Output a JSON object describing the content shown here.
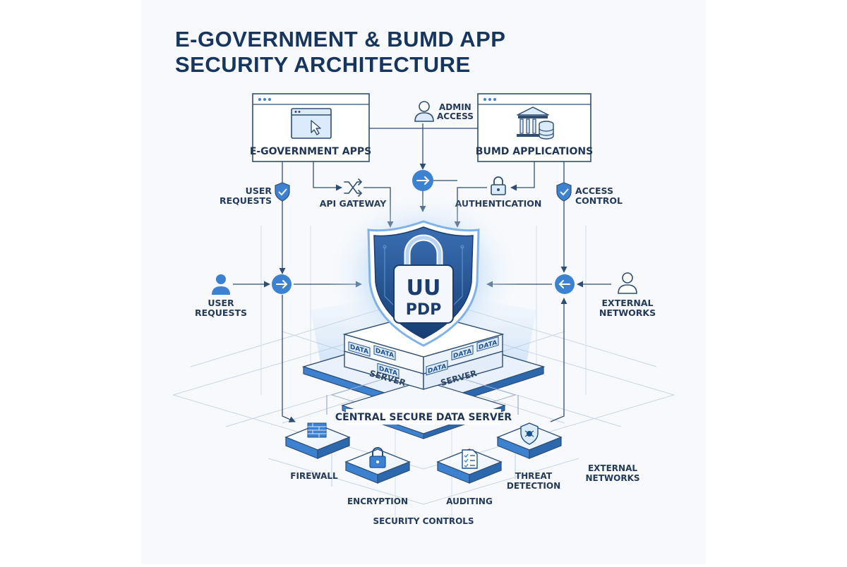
{
  "title": {
    "line1": "E-GOVERNMENT & BUMD APP",
    "line2": "SECURITY ARCHITECTURE"
  },
  "top": {
    "egov_label": "E-GOVERNMENT APPS",
    "bumd_label": "BUMD APPLICATIONS",
    "admin_line1": "ADMIN",
    "admin_line2": "ACCESS"
  },
  "flow_labels": {
    "user_requests_top_1": "USER",
    "user_requests_top_2": "REQUESTS",
    "api_gateway": "API GATEWAY",
    "authentication": "AUTHENTICATION",
    "access_control_1": "ACCESS",
    "access_control_2": "CONTROL",
    "user_requests_left_1": "USER",
    "user_requests_left_2": "REQUESTS",
    "external_networks_right_1": "EXTERNAL",
    "external_networks_right_2": "NETWORKS"
  },
  "center": {
    "shield_line1": "UU",
    "shield_line2": "PDP",
    "data_tags": [
      "DATA",
      "DATA",
      "DATA",
      "DATA",
      "DATA",
      "DATA"
    ],
    "server_left": "SERVER",
    "server_right": "SERVER",
    "central_label": "CENTRAL SECURE DATA SERVER"
  },
  "controls": {
    "firewall": "FIREWALL",
    "encryption": "ENCRYPTION",
    "auditing": "AUDITING",
    "threat_1": "THREAT",
    "threat_2": "DETECTION",
    "external_1": "EXTERNAL",
    "external_2": "NETWORKS",
    "security_controls": "SECURITY CONTROLS"
  },
  "colors": {
    "navy": "#16365f",
    "line": "#2f4d73",
    "accent": "#3d82d1",
    "accent_light": "#dcebfb",
    "glow": "#9cc8f5"
  },
  "icons": [
    "browser-cursor-icon",
    "person-icon",
    "bank-database-icon",
    "shuffle-icon",
    "arrow-right-icon",
    "lock-icon",
    "shield-check-icon",
    "arrow-left-icon",
    "firewall-brick-icon",
    "checklist-icon",
    "shield-bug-icon"
  ]
}
